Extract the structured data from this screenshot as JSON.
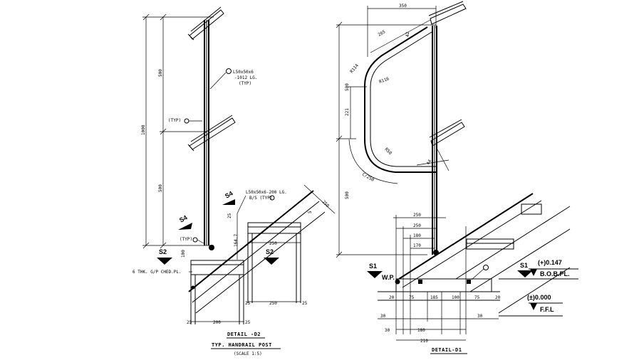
{
  "detail_d2": {
    "title": "DETAIL -D2",
    "subtitle": "TYP. HANDRAIL POST",
    "scale": "(SCALE 1:5)",
    "dims": {
      "total_height": "1000",
      "upper_height": "500",
      "lower_height": "500",
      "tread_25_a": "25",
      "tread_250_a": "250",
      "tread_164": "164.7",
      "tread_100": "100",
      "tread_25_b": "25",
      "tread_200": "200",
      "tread_25_c": "25",
      "tread_25_d": "25",
      "tread_250_b": "250",
      "tread_25_e": "25",
      "rise_250": "250",
      "rise_5": "5"
    },
    "callouts": {
      "angle_l1": "L50x50x6",
      "angle_l2": "-1012 LG.",
      "angle_l3": "(TYP)",
      "typ_a": "(TYP)",
      "typ_b": "(TYP)",
      "l_side_1": "L50x50x6-200 LG.",
      "l_side_2": "B/S (TYP)",
      "plate": "6 THK. G/P CHED.PL."
    },
    "section_marks": {
      "s4_a": "S4",
      "s4_b": "S4",
      "s2_a": "S2",
      "s2_b": "S2"
    }
  },
  "detail_d1": {
    "title": "DETAIL-D1",
    "dims": {
      "top_350": "350",
      "d_265": "265",
      "d_42": "42",
      "r_114": "R114",
      "r_116": "R116",
      "r_50": "R50",
      "d_500a": "500",
      "d_221": "221",
      "d_44": "44",
      "c_250": "C/250",
      "d_500b": "500",
      "w_250a": "250",
      "w_250b": "250",
      "w_180": "180",
      "w_170": "170",
      "b_20a": "20",
      "b_75a": "75",
      "b_185": "185",
      "b_100": "100",
      "b_75b": "75",
      "b_20b": "20",
      "b_30a": "30",
      "b_30b": "30",
      "b_30c": "30",
      "b_180": "180",
      "b_210": "210"
    },
    "levels": {
      "bob_value": "(+)0.147",
      "bob_label": "B.O.B.PL.",
      "ffl_value": "(±)0.000",
      "ffl_label": "F.F.L"
    },
    "section_marks": {
      "s1_a": "S1",
      "s1_b": "S1",
      "wp": "W.P."
    }
  }
}
